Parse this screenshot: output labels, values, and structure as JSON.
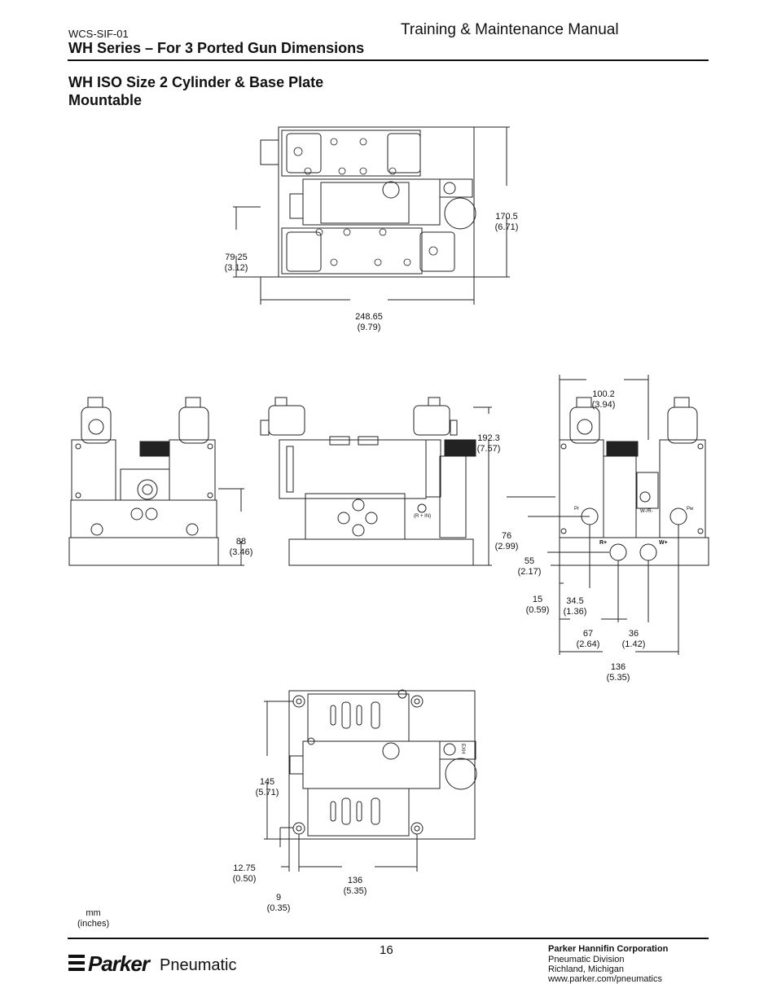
{
  "header": {
    "doc_code": "WCS-SIF-01",
    "manual_title": "Training & Maintenance Manual",
    "series_title": "WH Series – For 3 Ported Gun Dimensions"
  },
  "section": {
    "title_line1": "WH ISO Size 2 Cylinder & Base Plate",
    "title_line2": "Mountable"
  },
  "top_view": {
    "height_mm": "170.5",
    "height_in": "(6.71)",
    "offset_mm": "79.25",
    "offset_in": "(3.12)",
    "width_mm": "248.65",
    "width_in": "(9.79)"
  },
  "front_view": {
    "height_mm": "88",
    "height_in": "(3.46)"
  },
  "side_view": {
    "height_mm": "192.3",
    "height_in": "(7.57)",
    "port_label": "(R + IN)"
  },
  "end_view": {
    "width_mm": "100.2",
    "width_in": "(3.94)",
    "h76_mm": "76",
    "h76_in": "(2.99)",
    "h55_mm": "55",
    "h55_in": "(2.17)",
    "h15_mm": "15",
    "h15_in": "(0.59)",
    "w345_mm": "34.5",
    "w345_in": "(1.36)",
    "w67_mm": "67",
    "w67_in": "(2.64)",
    "w36_mm": "36",
    "w36_in": "(1.42)",
    "w136_mm": "136",
    "w136_in": "(5.35)",
    "port_pr": "Pr",
    "port_pw": "Pw",
    "port_wr": "W-/R-",
    "port_rplus": "R+",
    "port_wplus": "W+"
  },
  "bottom_view": {
    "h145_mm": "145",
    "h145_in": "(5.71)",
    "h1275_mm": "12.75",
    "h1275_in": "(0.50)",
    "w9_mm": "9",
    "w9_in": "(0.35)",
    "w136_mm": "136",
    "w136_in": "(5.35)",
    "exh_label": "EXH"
  },
  "units_note": {
    "line1": "mm",
    "line2": "(inches)"
  },
  "footer": {
    "page_number": "16",
    "brand": "Parker",
    "division_word": "Pneumatic",
    "corp_name": "Parker Hannifin Corporation",
    "corp_division": "Pneumatic Division",
    "corp_location": "Richland, Michigan",
    "corp_url": "www.parker.com/pneumatics"
  }
}
